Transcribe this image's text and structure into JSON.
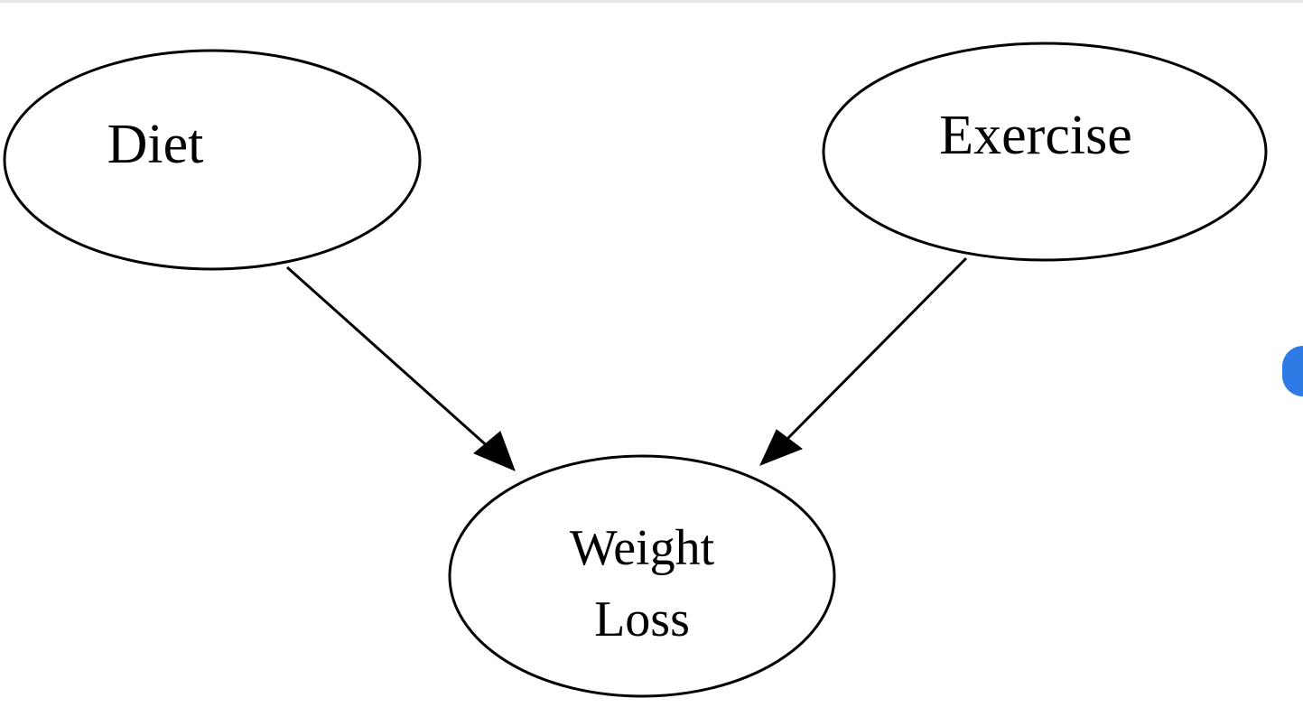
{
  "diagram": {
    "nodes": [
      {
        "id": "diet",
        "label": "Diet"
      },
      {
        "id": "exercise",
        "label": "Exercise"
      },
      {
        "id": "weight_loss",
        "label_lines": [
          "Weight",
          "Loss"
        ]
      }
    ],
    "edges": [
      {
        "from": "diet",
        "to": "weight_loss"
      },
      {
        "from": "exercise",
        "to": "weight_loss"
      }
    ]
  },
  "colors": {
    "stroke": "#000000",
    "fill": "#ffffff",
    "accent_dot": "#2f7be6"
  }
}
